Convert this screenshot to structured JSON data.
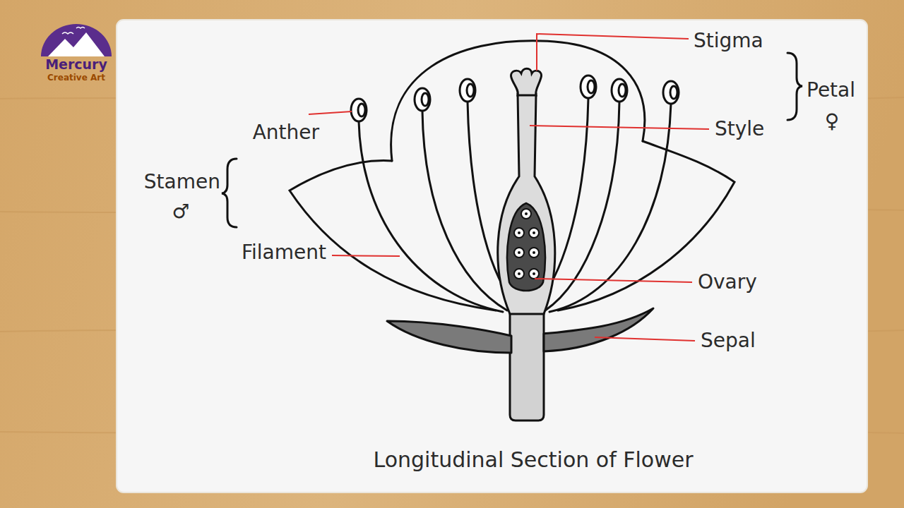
{
  "diagram": {
    "caption": "Longitudinal Section of Flower",
    "labels": [
      "Mercury",
      "Creative Art",
      "Stigma",
      "Petal",
      "♀",
      "Style",
      "Anther",
      "Stamen",
      "♂",
      "Filament",
      "Ovary",
      "Sepal"
    ]
  }
}
